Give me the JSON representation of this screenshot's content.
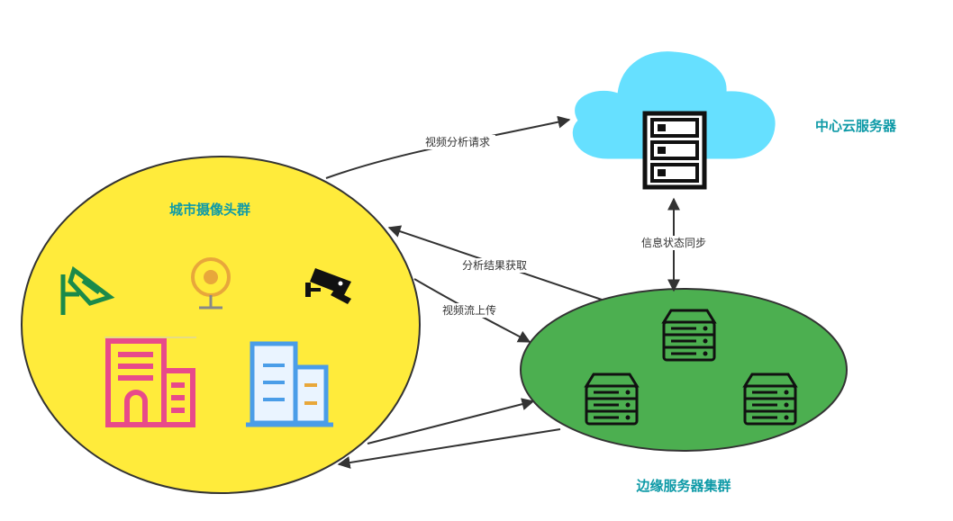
{
  "nodes": {
    "camera_cluster": {
      "label": "城市摄像头群"
    },
    "cloud_server": {
      "label": "中心云服务器"
    },
    "edge_cluster": {
      "label": "边缘服务器集群"
    }
  },
  "edges": {
    "video_analysis_request": {
      "label": "视频分析请求"
    },
    "state_sync": {
      "label": "信息状态同步"
    },
    "result_fetch": {
      "label": "分析结果获取"
    },
    "video_upload": {
      "label": "视频流上传"
    }
  },
  "colors": {
    "title_teal": "#0E9AA7",
    "camera_fill": "#FFEB3B",
    "edge_fill": "#4CAF50",
    "cloud_fill": "#66E0FF",
    "icon_pink": "#E84A8A",
    "icon_blue": "#4A9DE8",
    "icon_orange": "#E8A73B",
    "icon_green": "#1B8A4A"
  },
  "icons": [
    "monitor-camera-icon",
    "webcam-icon",
    "cctv-camera-icon",
    "pink-building-icon",
    "blue-building-icon",
    "rack-server-icon",
    "edge-server-icon"
  ]
}
